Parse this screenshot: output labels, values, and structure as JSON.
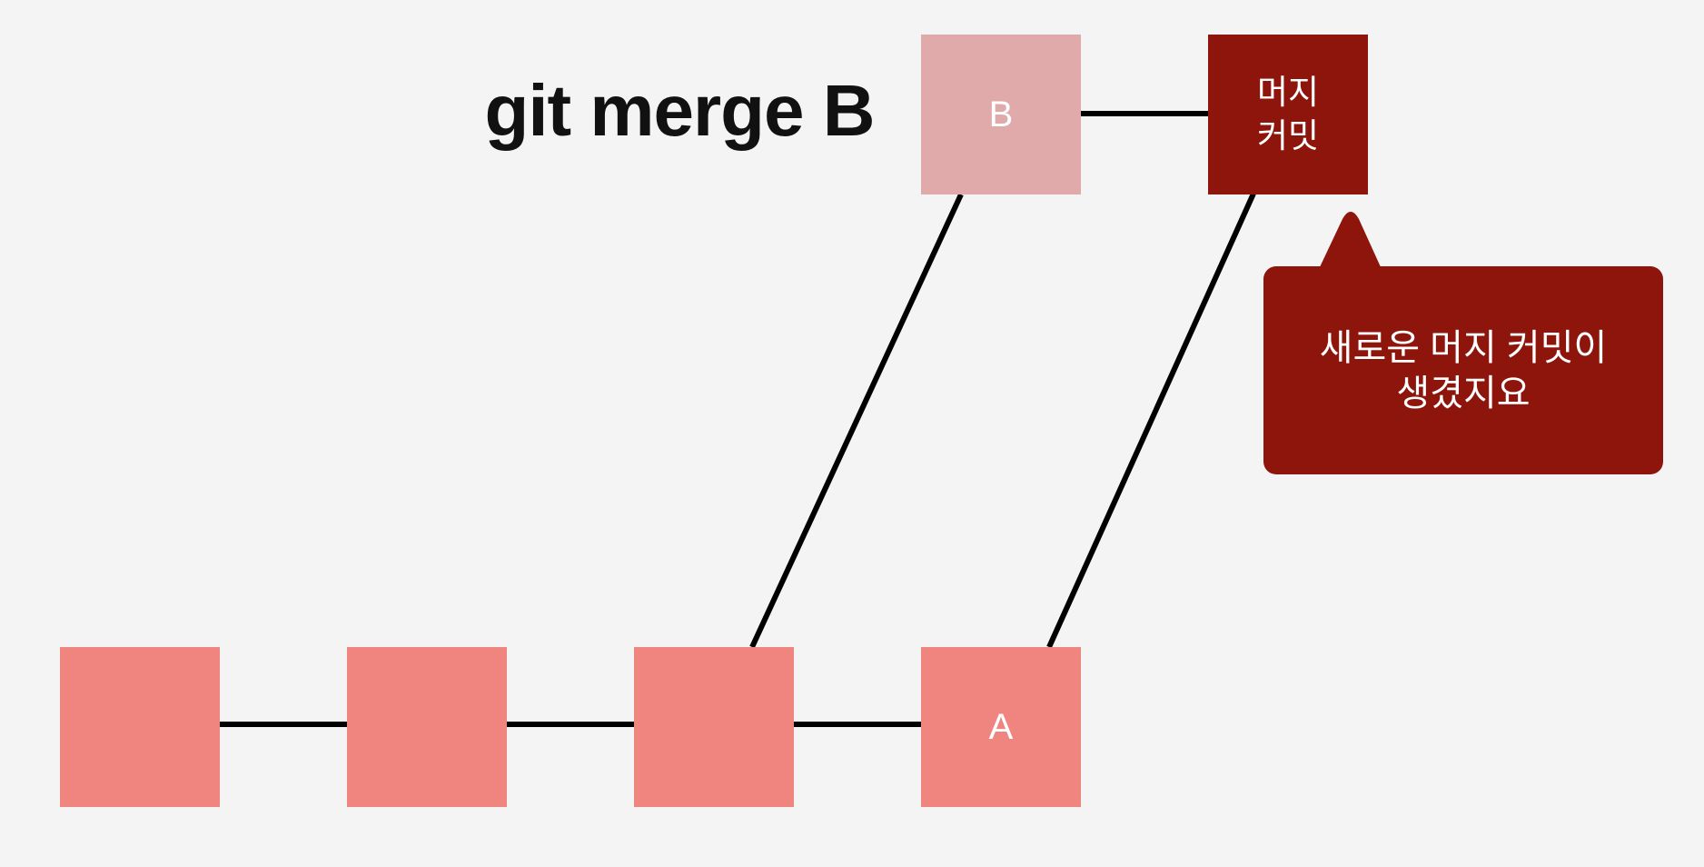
{
  "title": "git merge B",
  "colors": {
    "background": "#f4f4f4",
    "main_commit": "#f0857f",
    "branch_commit": "#e0a9aa",
    "merge_commit": "#8e150c",
    "connector": "#000000",
    "node_text": "#ffffff",
    "title_text": "#111111"
  },
  "nodes": {
    "main_commits": [
      "",
      "",
      "",
      "A"
    ],
    "branch_commit_label": "B",
    "merge_commit_label": "머지\n커밋"
  },
  "callout": {
    "text": "새로운 머지 커밋이\n생겼지요"
  }
}
